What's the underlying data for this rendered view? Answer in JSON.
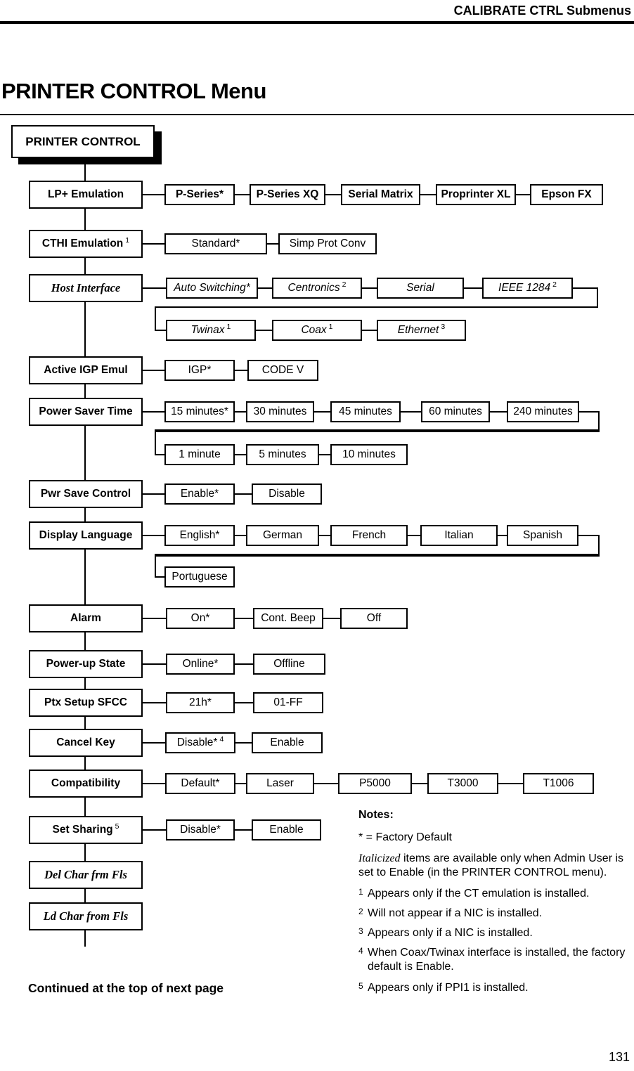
{
  "header": {
    "breadcrumb": "CALIBRATE CTRL Submenus",
    "page_number": "131"
  },
  "title": "PRINTER CONTROL Menu",
  "menu": {
    "root": "PRINTER CONTROL",
    "items": [
      {
        "label": "LP+ Emulation",
        "sup": "",
        "options": [
          {
            "text": "P-Series*",
            "sup": ""
          },
          {
            "text": "P-Series XQ",
            "sup": ""
          },
          {
            "text": "Serial Matrix",
            "sup": ""
          },
          {
            "text": "Proprinter XL",
            "sup": ""
          },
          {
            "text": "Epson FX",
            "sup": ""
          }
        ]
      },
      {
        "label": "CTHI Emulation",
        "sup": "1",
        "options": [
          {
            "text": "Standard*",
            "sup": ""
          },
          {
            "text": "Simp Prot Conv",
            "sup": ""
          }
        ]
      },
      {
        "label": "Host Interface",
        "sup": "",
        "options": [
          {
            "text": "Auto Switching*",
            "sup": ""
          },
          {
            "text": "Centronics",
            "sup": "2"
          },
          {
            "text": "Serial",
            "sup": ""
          },
          {
            "text": "IEEE 1284",
            "sup": "2"
          },
          {
            "text": "Twinax",
            "sup": "1"
          },
          {
            "text": "Coax",
            "sup": "1"
          },
          {
            "text": "Ethernet",
            "sup": "3"
          }
        ]
      },
      {
        "label": "Active IGP Emul",
        "sup": "",
        "options": [
          {
            "text": "IGP*",
            "sup": ""
          },
          {
            "text": "CODE V",
            "sup": ""
          }
        ]
      },
      {
        "label": "Power Saver Time",
        "sup": "",
        "options": [
          {
            "text": "15 minutes*",
            "sup": ""
          },
          {
            "text": "30 minutes",
            "sup": ""
          },
          {
            "text": "45 minutes",
            "sup": ""
          },
          {
            "text": "60 minutes",
            "sup": ""
          },
          {
            "text": "240 minutes",
            "sup": ""
          },
          {
            "text": "1 minute",
            "sup": ""
          },
          {
            "text": "5 minutes",
            "sup": ""
          },
          {
            "text": "10 minutes",
            "sup": ""
          }
        ]
      },
      {
        "label": "Pwr Save Control",
        "sup": "",
        "options": [
          {
            "text": "Enable*",
            "sup": ""
          },
          {
            "text": "Disable",
            "sup": ""
          }
        ]
      },
      {
        "label": "Display Language",
        "sup": "",
        "options": [
          {
            "text": "English*",
            "sup": ""
          },
          {
            "text": "German",
            "sup": ""
          },
          {
            "text": "French",
            "sup": ""
          },
          {
            "text": "Italian",
            "sup": ""
          },
          {
            "text": "Spanish",
            "sup": ""
          },
          {
            "text": "Portuguese",
            "sup": ""
          }
        ]
      },
      {
        "label": "Alarm",
        "sup": "",
        "options": [
          {
            "text": "On*",
            "sup": ""
          },
          {
            "text": "Cont. Beep",
            "sup": ""
          },
          {
            "text": "Off",
            "sup": ""
          }
        ]
      },
      {
        "label": "Power-up State",
        "sup": "",
        "options": [
          {
            "text": "Online*",
            "sup": ""
          },
          {
            "text": "Offline",
            "sup": ""
          }
        ]
      },
      {
        "label": "Ptx Setup SFCC",
        "sup": "",
        "options": [
          {
            "text": "21h*",
            "sup": ""
          },
          {
            "text": "01-FF",
            "sup": ""
          }
        ]
      },
      {
        "label": "Cancel Key",
        "sup": "",
        "options": [
          {
            "text": "Disable*",
            "sup": "4"
          },
          {
            "text": "Enable",
            "sup": ""
          }
        ]
      },
      {
        "label": "Compatibility",
        "sup": "",
        "options": [
          {
            "text": "Default*",
            "sup": ""
          },
          {
            "text": "Laser",
            "sup": ""
          },
          {
            "text": "P5000",
            "sup": ""
          },
          {
            "text": "T3000",
            "sup": ""
          },
          {
            "text": "T1006",
            "sup": ""
          }
        ]
      },
      {
        "label": "Set Sharing",
        "sup": "5",
        "options": [
          {
            "text": "Disable*",
            "sup": ""
          },
          {
            "text": "Enable",
            "sup": ""
          }
        ]
      },
      {
        "label": "Del Char frm Fls",
        "sup": "",
        "options": []
      },
      {
        "label": "Ld Char from Fls",
        "sup": "",
        "options": []
      }
    ]
  },
  "notes": {
    "heading": "Notes:",
    "factory": "* = Factory Default",
    "admin_prefix": "Italicized",
    "admin_rest": " items are available only when Admin User is set to Enable (in the PRINTER CONTROL menu).",
    "fn1": {
      "sup": "1",
      "text": "Appears only if the CT emulation is installed."
    },
    "fn2": {
      "sup": "2",
      "text": "Will not appear if a NIC is installed."
    },
    "fn3": {
      "sup": "3",
      "text": "Appears only if a NIC is installed."
    },
    "fn4": {
      "sup": "4",
      "text": "When Coax/Twinax interface is installed, the factory default is Enable."
    },
    "fn5": {
      "sup": "5",
      "text": "Appears only if PPI1 is installed."
    }
  },
  "footer": {
    "continued": "Continued at the top of next page"
  }
}
